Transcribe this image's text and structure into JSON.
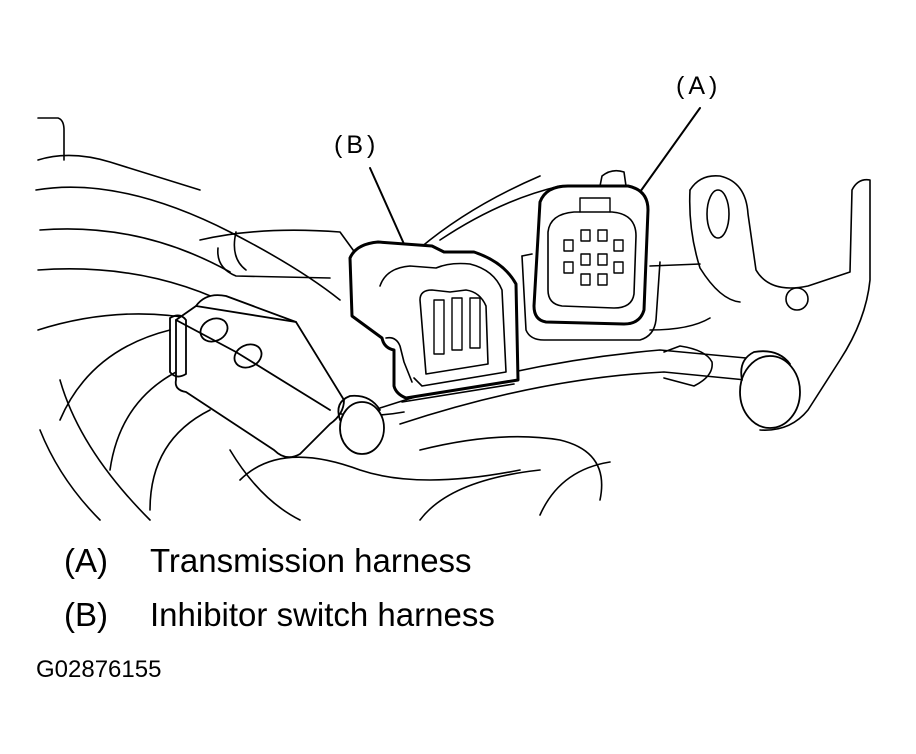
{
  "callouts": {
    "a": "(A)",
    "b": "(B)"
  },
  "legend": [
    {
      "key": "(A)",
      "text": "Transmission harness"
    },
    {
      "key": "(B)",
      "text": "Inhibitor switch harness"
    }
  ],
  "figure_id": "G02876155",
  "colors": {
    "line": "#000000",
    "background": "#ffffff"
  }
}
